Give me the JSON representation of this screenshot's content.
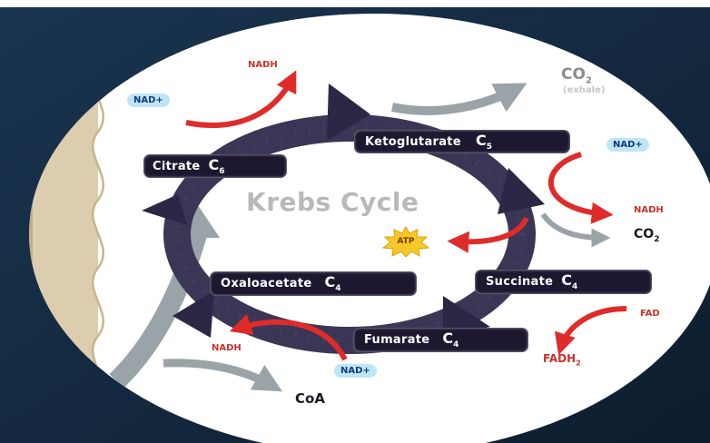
{
  "title": "Krebs Cycle",
  "steps": [
    {
      "name": "Citrate",
      "carbon": "C",
      "sub": "6"
    },
    {
      "name": "Ketoglutarate",
      "carbon": "C",
      "sub": "5"
    },
    {
      "name": "Succinate",
      "carbon": "C",
      "sub": "4"
    },
    {
      "name": "Fumarate",
      "carbon": "C",
      "sub": "4"
    },
    {
      "name": "Oxaloacetate",
      "carbon": "C",
      "sub": "4"
    }
  ],
  "labels": {
    "nad1": "NAD+",
    "nadh1": "NADH",
    "co2_top": "CO",
    "co2_top_sub": "2",
    "co2_top_note": "(exhale)",
    "nad2": "NAD+",
    "nadh2": "NADH",
    "co2_right": "CO",
    "co2_right_sub": "2",
    "atp": "ATP",
    "fad": "FAD",
    "fadh2": "FADH",
    "fadh2_sub": "2",
    "nad3": "NAD+",
    "nadh3": "NADH",
    "coa": "CoA"
  },
  "colors": {
    "background": "#12263a",
    "oval": "#ffffff",
    "cycle_arrow": "#3b3656",
    "pill": "#1d1730",
    "red_arrow": "#e02b2b",
    "gray_arrow": "#9aa3a8",
    "membrane": "#d9c9a8",
    "badge": "#bfe6f7"
  }
}
